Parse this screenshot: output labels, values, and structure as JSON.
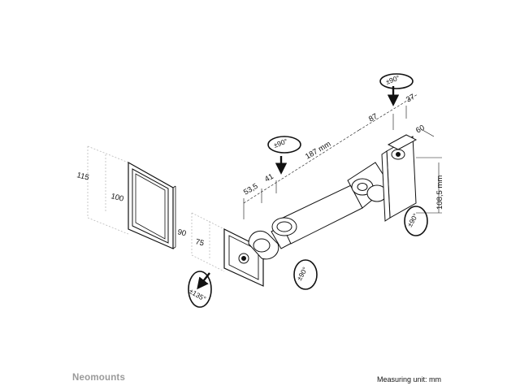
{
  "dimensions": {
    "plate_outer_height": "115",
    "plate_inner_height": "100",
    "small_plate_outer": "90",
    "small_plate_inner": "75",
    "seg_a": "53,5",
    "seg_b": "41",
    "arm_length": "187  mm",
    "seg_c": "87",
    "seg_d": "37",
    "wall_depth": "60",
    "wall_height": "108,5 mm"
  },
  "rotations": {
    "tilt": "±135°",
    "joint_left": "±90°",
    "joint_top": "±90°",
    "joint_top_right": "±90°",
    "joint_right": "±90°"
  },
  "footer": {
    "brand": "Neomounts",
    "unit_note": "Measuring unit: mm"
  }
}
